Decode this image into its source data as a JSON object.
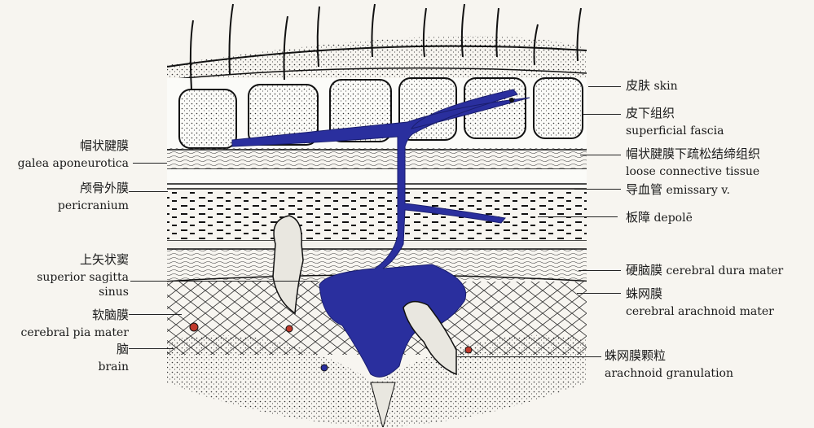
{
  "labels": {
    "skin": {
      "zh": "皮肤",
      "en": "skin"
    },
    "superficial_fascia": {
      "zh": "皮下组织",
      "en": "superficial fascia"
    },
    "galea": {
      "zh": "帽状腱膜",
      "en": "galea aponeurotica"
    },
    "loose_tissue": {
      "zh": "帽状腱膜下疏松结缔组织",
      "en": "loose connective tissue"
    },
    "pericranium": {
      "zh": "颅骨外膜",
      "en": "pericranium"
    },
    "emissary": {
      "zh": "导血管",
      "en": "emissary v."
    },
    "diploe": {
      "zh": "板障",
      "en": "depolē"
    },
    "sss": {
      "zh": "上矢状窦",
      "en1": "superior sagitta",
      "en2": "sinus"
    },
    "dura": {
      "zh": "硬脑膜",
      "en": "cerebral dura mater"
    },
    "arachnoid": {
      "zh": "蛛网膜",
      "en": "cerebral arachnoid mater"
    },
    "pia": {
      "zh": "软脑膜",
      "en": "cerebral pia mater"
    },
    "brain": {
      "zh": "脑",
      "en": "brain"
    },
    "granulation": {
      "zh": "蛛网膜颗粒",
      "en": "arachnoid granulation"
    }
  },
  "colors": {
    "vein": "#2a2f9e",
    "line": "#1e1e1e",
    "tissue": "#ffffff",
    "bone": "#f1efe9"
  }
}
